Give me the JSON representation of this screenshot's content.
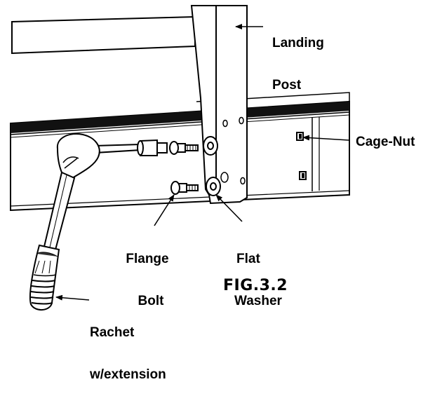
{
  "labels": {
    "landing_post": [
      "Landing",
      "Post"
    ],
    "cage_nut": "Cage-Nut",
    "flange_bolt": [
      "Flange",
      "Bolt"
    ],
    "flat_washer": [
      "Flat",
      "Washer"
    ],
    "rachet": [
      "Rachet",
      "w/extension"
    ]
  },
  "figure_caption": "FIG.3.2"
}
